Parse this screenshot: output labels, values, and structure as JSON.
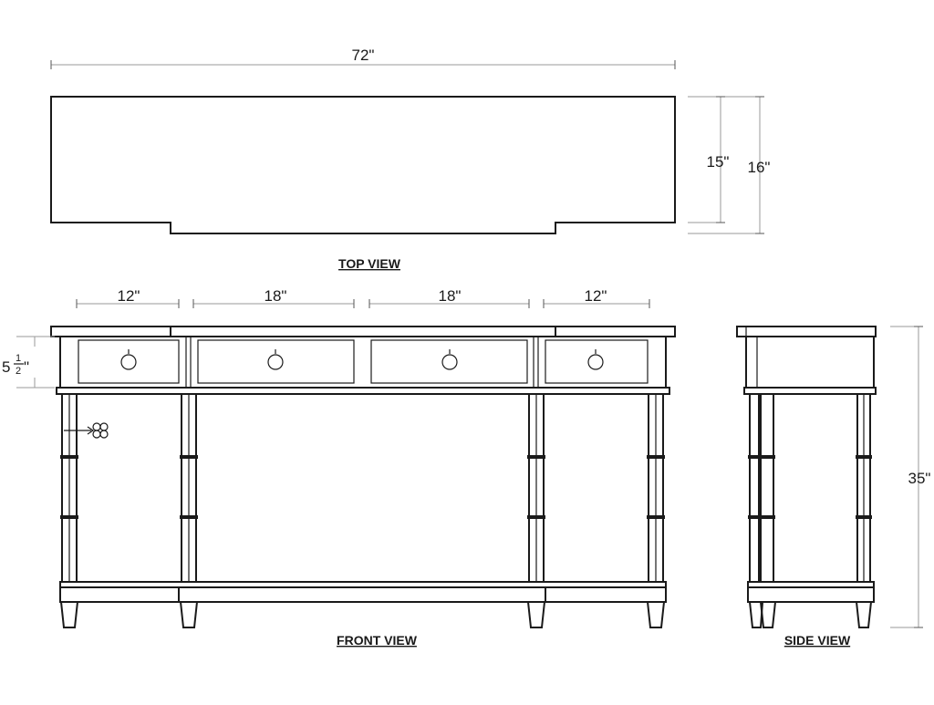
{
  "top_view": {
    "title": "TOP VIEW",
    "width_label": "72\"",
    "depth_inner_label": "15\"",
    "depth_outer_label": "16\""
  },
  "front_view": {
    "title": "FRONT VIEW",
    "section_labels": [
      "12\"",
      "18\"",
      "18\"",
      "12\""
    ],
    "apron_height_whole": "5",
    "apron_height_num": "1",
    "apron_height_den": "2",
    "apron_height_unit": "\""
  },
  "side_view": {
    "title": "SIDE VIEW",
    "height_label": "35\""
  }
}
